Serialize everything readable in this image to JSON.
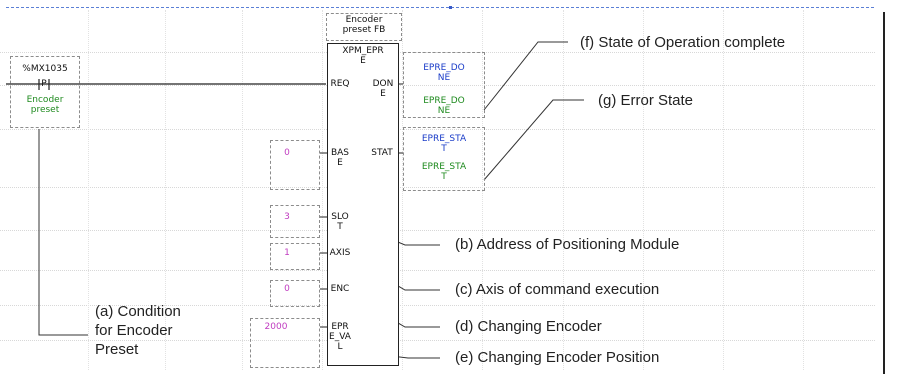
{
  "contact": {
    "address": "%MX1035",
    "symbol": "P",
    "label": "Encoder\npreset"
  },
  "fb": {
    "title": "Encoder\npreset FB",
    "name": "XPM_EPR\nE",
    "inputs": [
      "REQ",
      "BAS\nE",
      "SLO\nT",
      "AXIS",
      "ENC",
      "EPR\nE_VA\nL"
    ],
    "outputs": [
      "DON\nE",
      "STAT"
    ]
  },
  "input_values": {
    "base": "0",
    "slot": "3",
    "axis": "1",
    "enc": "0",
    "epre_val": "2000"
  },
  "output_vars": {
    "done_name": "EPRE_DO\nNE",
    "done_comment": "EPRE_DO\nNE",
    "stat_name": "EPRE_STA\nT",
    "stat_comment": "EPRE_STA\nT"
  },
  "annotations": {
    "f": "(f) State of Operation complete",
    "g": "(g) Error State",
    "b": "(b) Address of Positioning Module",
    "c": "(c) Axis of command execution",
    "d": "(d) Changing Encoder",
    "e": "(e) Changing Encoder Position",
    "a": "(a) Condition\nfor Encoder\nPreset"
  },
  "colors": {
    "variable_name": "#1a3cc8",
    "variable_comment": "#1e8a1e",
    "constant": "#c03cc0",
    "top_border": "#5b7fd6"
  }
}
